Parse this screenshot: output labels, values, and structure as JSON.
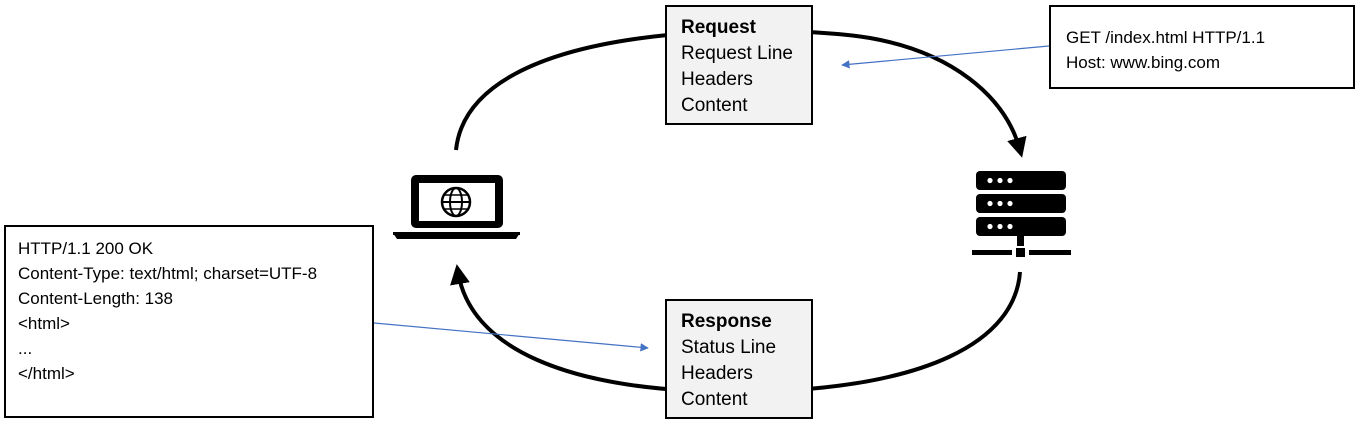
{
  "request_box": {
    "title": "Request",
    "lines": [
      "Request Line",
      "Headers",
      "Content"
    ]
  },
  "response_box": {
    "title": "Response",
    "lines": [
      "Status Line",
      "Headers",
      "Content"
    ]
  },
  "request_example": {
    "lines": [
      "GET /index.html HTTP/1.1",
      "Host: www.bing.com"
    ]
  },
  "response_example": {
    "lines": [
      "HTTP/1.1 200 OK",
      "Content-Type: text/html; charset=UTF-8",
      "Content-Length: 138",
      "",
      "<html>",
      "...",
      "</html>"
    ]
  },
  "icons": {
    "client": "laptop-globe-icon",
    "server": "server-rack-icon"
  },
  "colors": {
    "cycle_arrow": "#000000",
    "pointer_arrow": "#4472c4",
    "box_fill": "#f2f2f2"
  }
}
